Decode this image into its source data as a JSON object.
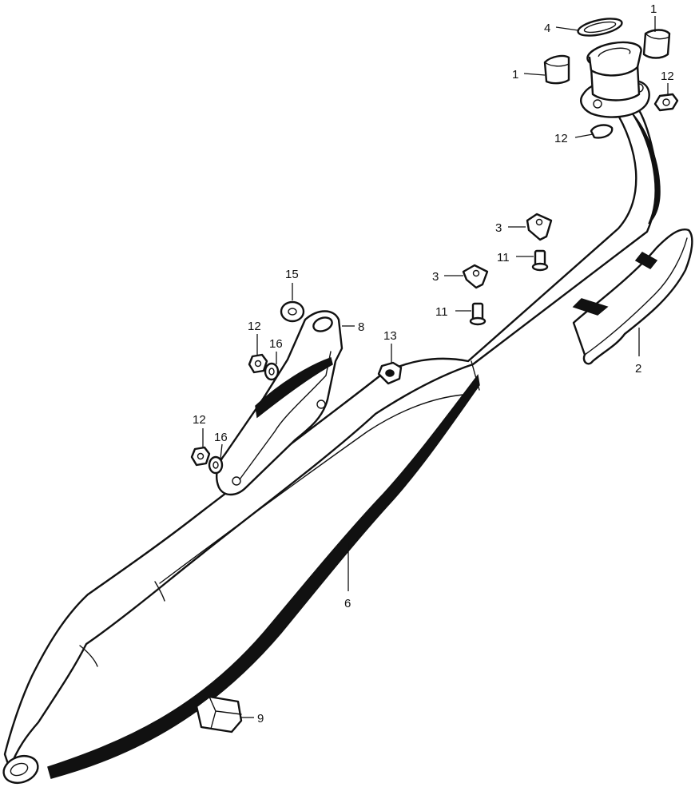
{
  "diagram": {
    "callouts": [
      {
        "id": "c-1a",
        "label": "1"
      },
      {
        "id": "c-1b",
        "label": "1"
      },
      {
        "id": "c-2",
        "label": "2"
      },
      {
        "id": "c-3a",
        "label": "3"
      },
      {
        "id": "c-3b",
        "label": "3"
      },
      {
        "id": "c-4",
        "label": "4"
      },
      {
        "id": "c-6",
        "label": "6"
      },
      {
        "id": "c-8",
        "label": "8"
      },
      {
        "id": "c-9",
        "label": "9"
      },
      {
        "id": "c-11a",
        "label": "11"
      },
      {
        "id": "c-11b",
        "label": "11"
      },
      {
        "id": "c-12a",
        "label": "12"
      },
      {
        "id": "c-12b",
        "label": "12"
      },
      {
        "id": "c-12c",
        "label": "12"
      },
      {
        "id": "c-12d",
        "label": "12"
      },
      {
        "id": "c-13",
        "label": "13"
      },
      {
        "id": "c-15",
        "label": "15"
      },
      {
        "id": "c-16a",
        "label": "16"
      },
      {
        "id": "c-16b",
        "label": "16"
      }
    ]
  }
}
